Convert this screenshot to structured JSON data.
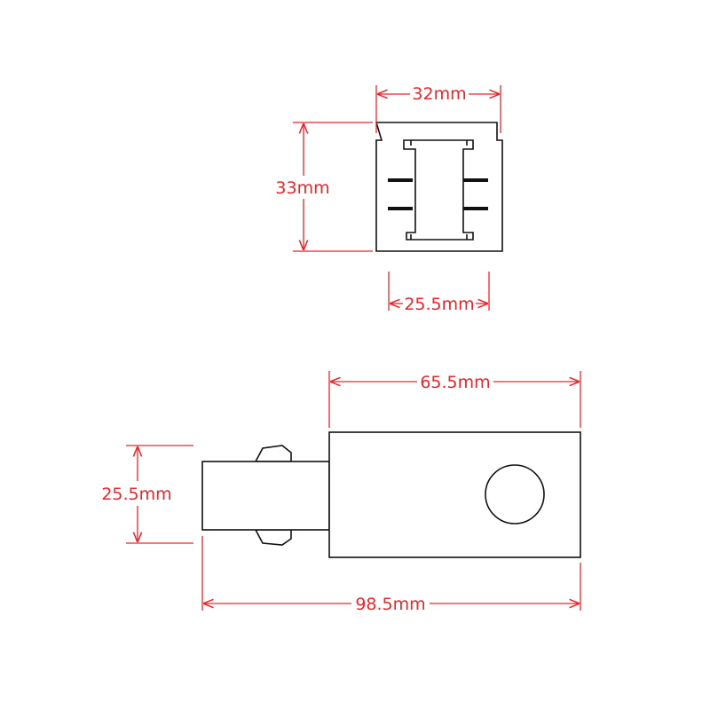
{
  "colors": {
    "dimension": "#e8262b",
    "outline": "#111111",
    "background": "#ffffff"
  },
  "top_view": {
    "width_label": "32mm",
    "height_label": "33mm",
    "inner_width_label": "25.5mm"
  },
  "side_view": {
    "body_length_label": "65.5mm",
    "height_label": "25.5mm",
    "overall_length_label": "98.5mm"
  }
}
